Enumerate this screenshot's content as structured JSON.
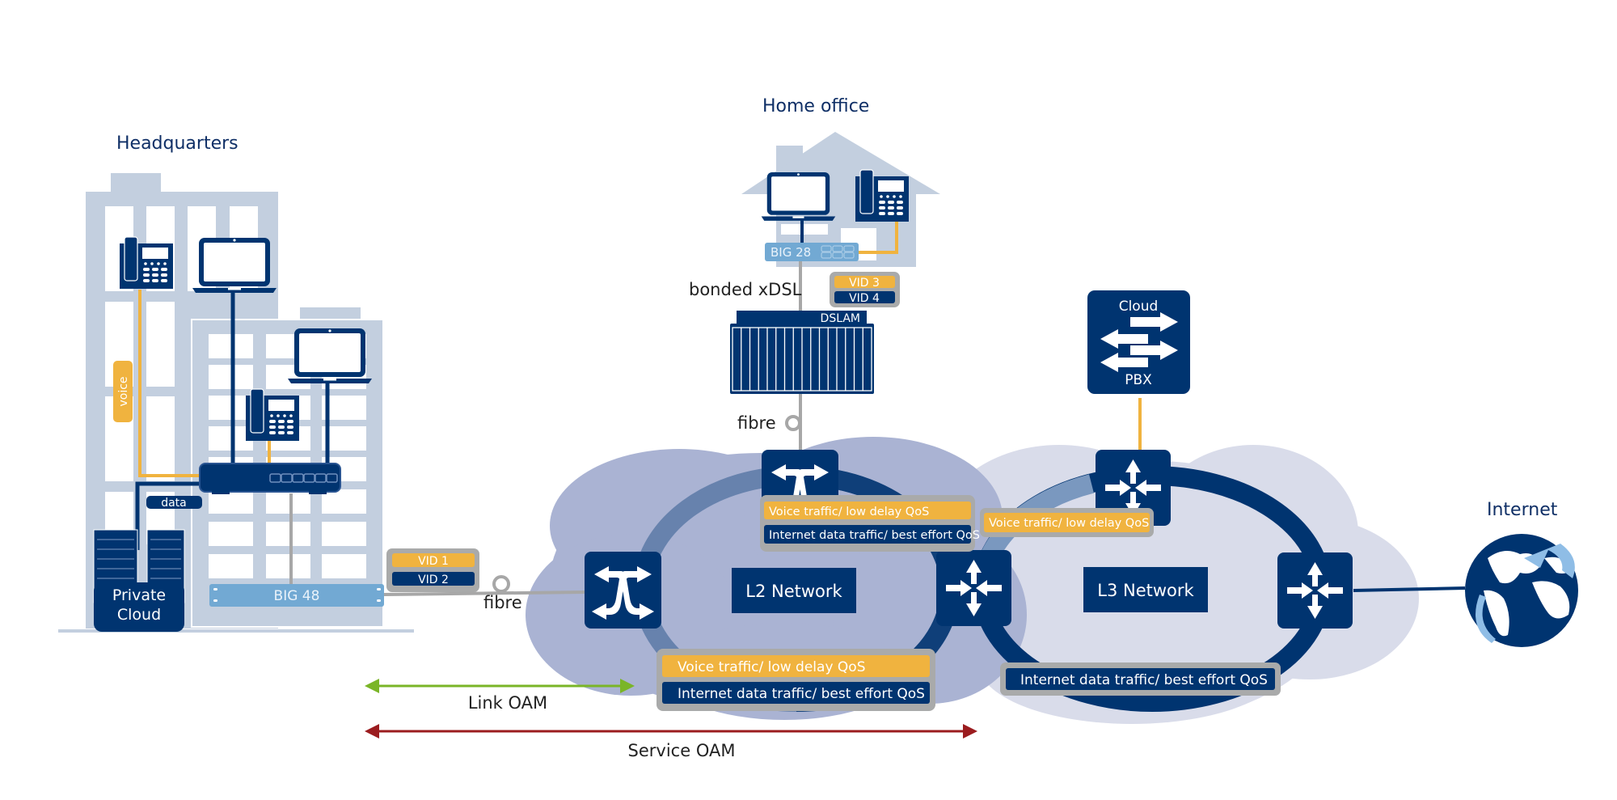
{
  "colors": {
    "navy": "#003470",
    "building": "#c3cfdf",
    "orange": "#f0b33f",
    "light_blue_device": "#72a9d3",
    "tag_frame": "#a9aaaa",
    "l2_cloud": "#aab3d3",
    "l3_cloud": "#d9dcea",
    "ring_mid": "#6782ad",
    "link_oam": "#7ab527",
    "service_oam": "#9b1c1f",
    "line_gray": "#a7a7a7"
  },
  "sites": {
    "headquarters": {
      "title": "Headquarters",
      "voice_tag": "voice",
      "data_tag": "data",
      "private_cloud": [
        "Private",
        "Cloud"
      ],
      "device": "BIG 48",
      "vids": [
        "VID 1",
        "VID 2"
      ],
      "link_label": "fibre"
    },
    "home_office": {
      "title": "Home office",
      "device": "BIG 28",
      "access_label": "bonded xDSL",
      "vids": [
        "VID 3",
        "VID 4"
      ],
      "dslam": "DSLAM",
      "link_label": "fibre"
    },
    "cloud_pbx": {
      "line1": "Cloud",
      "line2": "PBX"
    },
    "internet": {
      "title": "Internet"
    }
  },
  "networks": {
    "l2": "L2 Network",
    "l3": "L3 Network"
  },
  "traffic": {
    "voice": "Voice traffic/ low delay QoS",
    "data": "Internet data traffic/ best effort QoS"
  },
  "oam": {
    "link": "Link OAM",
    "service": "Service OAM"
  }
}
